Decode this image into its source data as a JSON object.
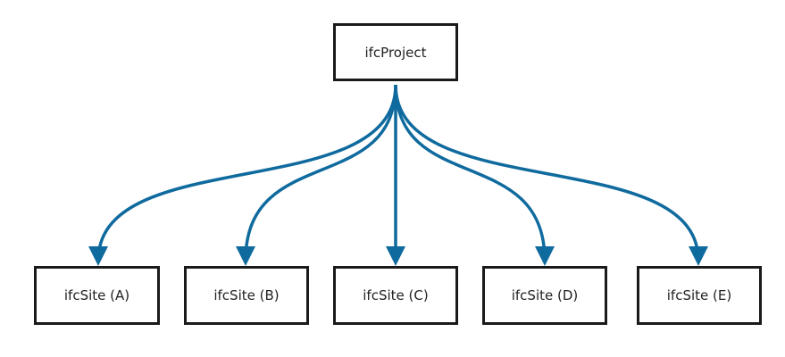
{
  "diagram": {
    "root": {
      "label": "ifcProject"
    },
    "children": [
      {
        "label": "ifcSite (A)"
      },
      {
        "label": "ifcSite (B)"
      },
      {
        "label": "ifcSite (C)"
      },
      {
        "label": "ifcSite (D)"
      },
      {
        "label": "ifcSite (E)"
      }
    ],
    "edge_color": "#0f6a9e",
    "box_border_color": "#1a1a1a"
  }
}
